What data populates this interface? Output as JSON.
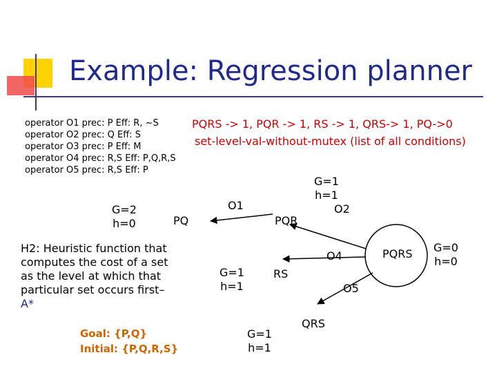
{
  "title": "Example: Regression planner",
  "operators": [
    "operator O1 prec: P Eff: R, ~S",
    "operator O2 prec: Q Eff: S",
    "operator O3 prec: P Eff: M",
    "operator O4 prec: R,S Eff: P,Q,R,S",
    "operator O5 prec: R,S Eff: P"
  ],
  "levels_line": "PQRS -> 1, PQR -> 1, RS -> 1, QRS-> 1, PQ->0",
  "heuristic_name": "set-level-val-without-mutex (list of all conditions)",
  "heuristic_text": "H2: Heuristic function that computes the cost of a set as the level at which that particular set occurs first–",
  "heuristic_astar": "A*",
  "goal": "Goal: {P,Q}",
  "initial": "Initial: {P,Q,R,S}",
  "nodes": {
    "pqrs": "PQRS",
    "pqr": "PQR",
    "rs": "RS",
    "qrs": "QRS",
    "pq": "PQ"
  },
  "edges": {
    "o1": "O1",
    "o2": "O2",
    "o4": "O4",
    "o5": "O5"
  },
  "scores": {
    "pqrs_g": "G=0",
    "pqrs_h": "h=0",
    "pqr_g": "G=1",
    "pqr_h": "h=1",
    "rs_g": "G=1",
    "rs_h": "h=1",
    "qrs_g": "G=1",
    "qrs_h": "h=1",
    "pq_g": "G=2",
    "pq_h": "h=0"
  },
  "colors": {
    "title": "#1f2a8c",
    "red": "#cc0000",
    "goal": "#cc6600",
    "deco_yellow": "#ffd200",
    "deco_red": "#e8383a"
  }
}
